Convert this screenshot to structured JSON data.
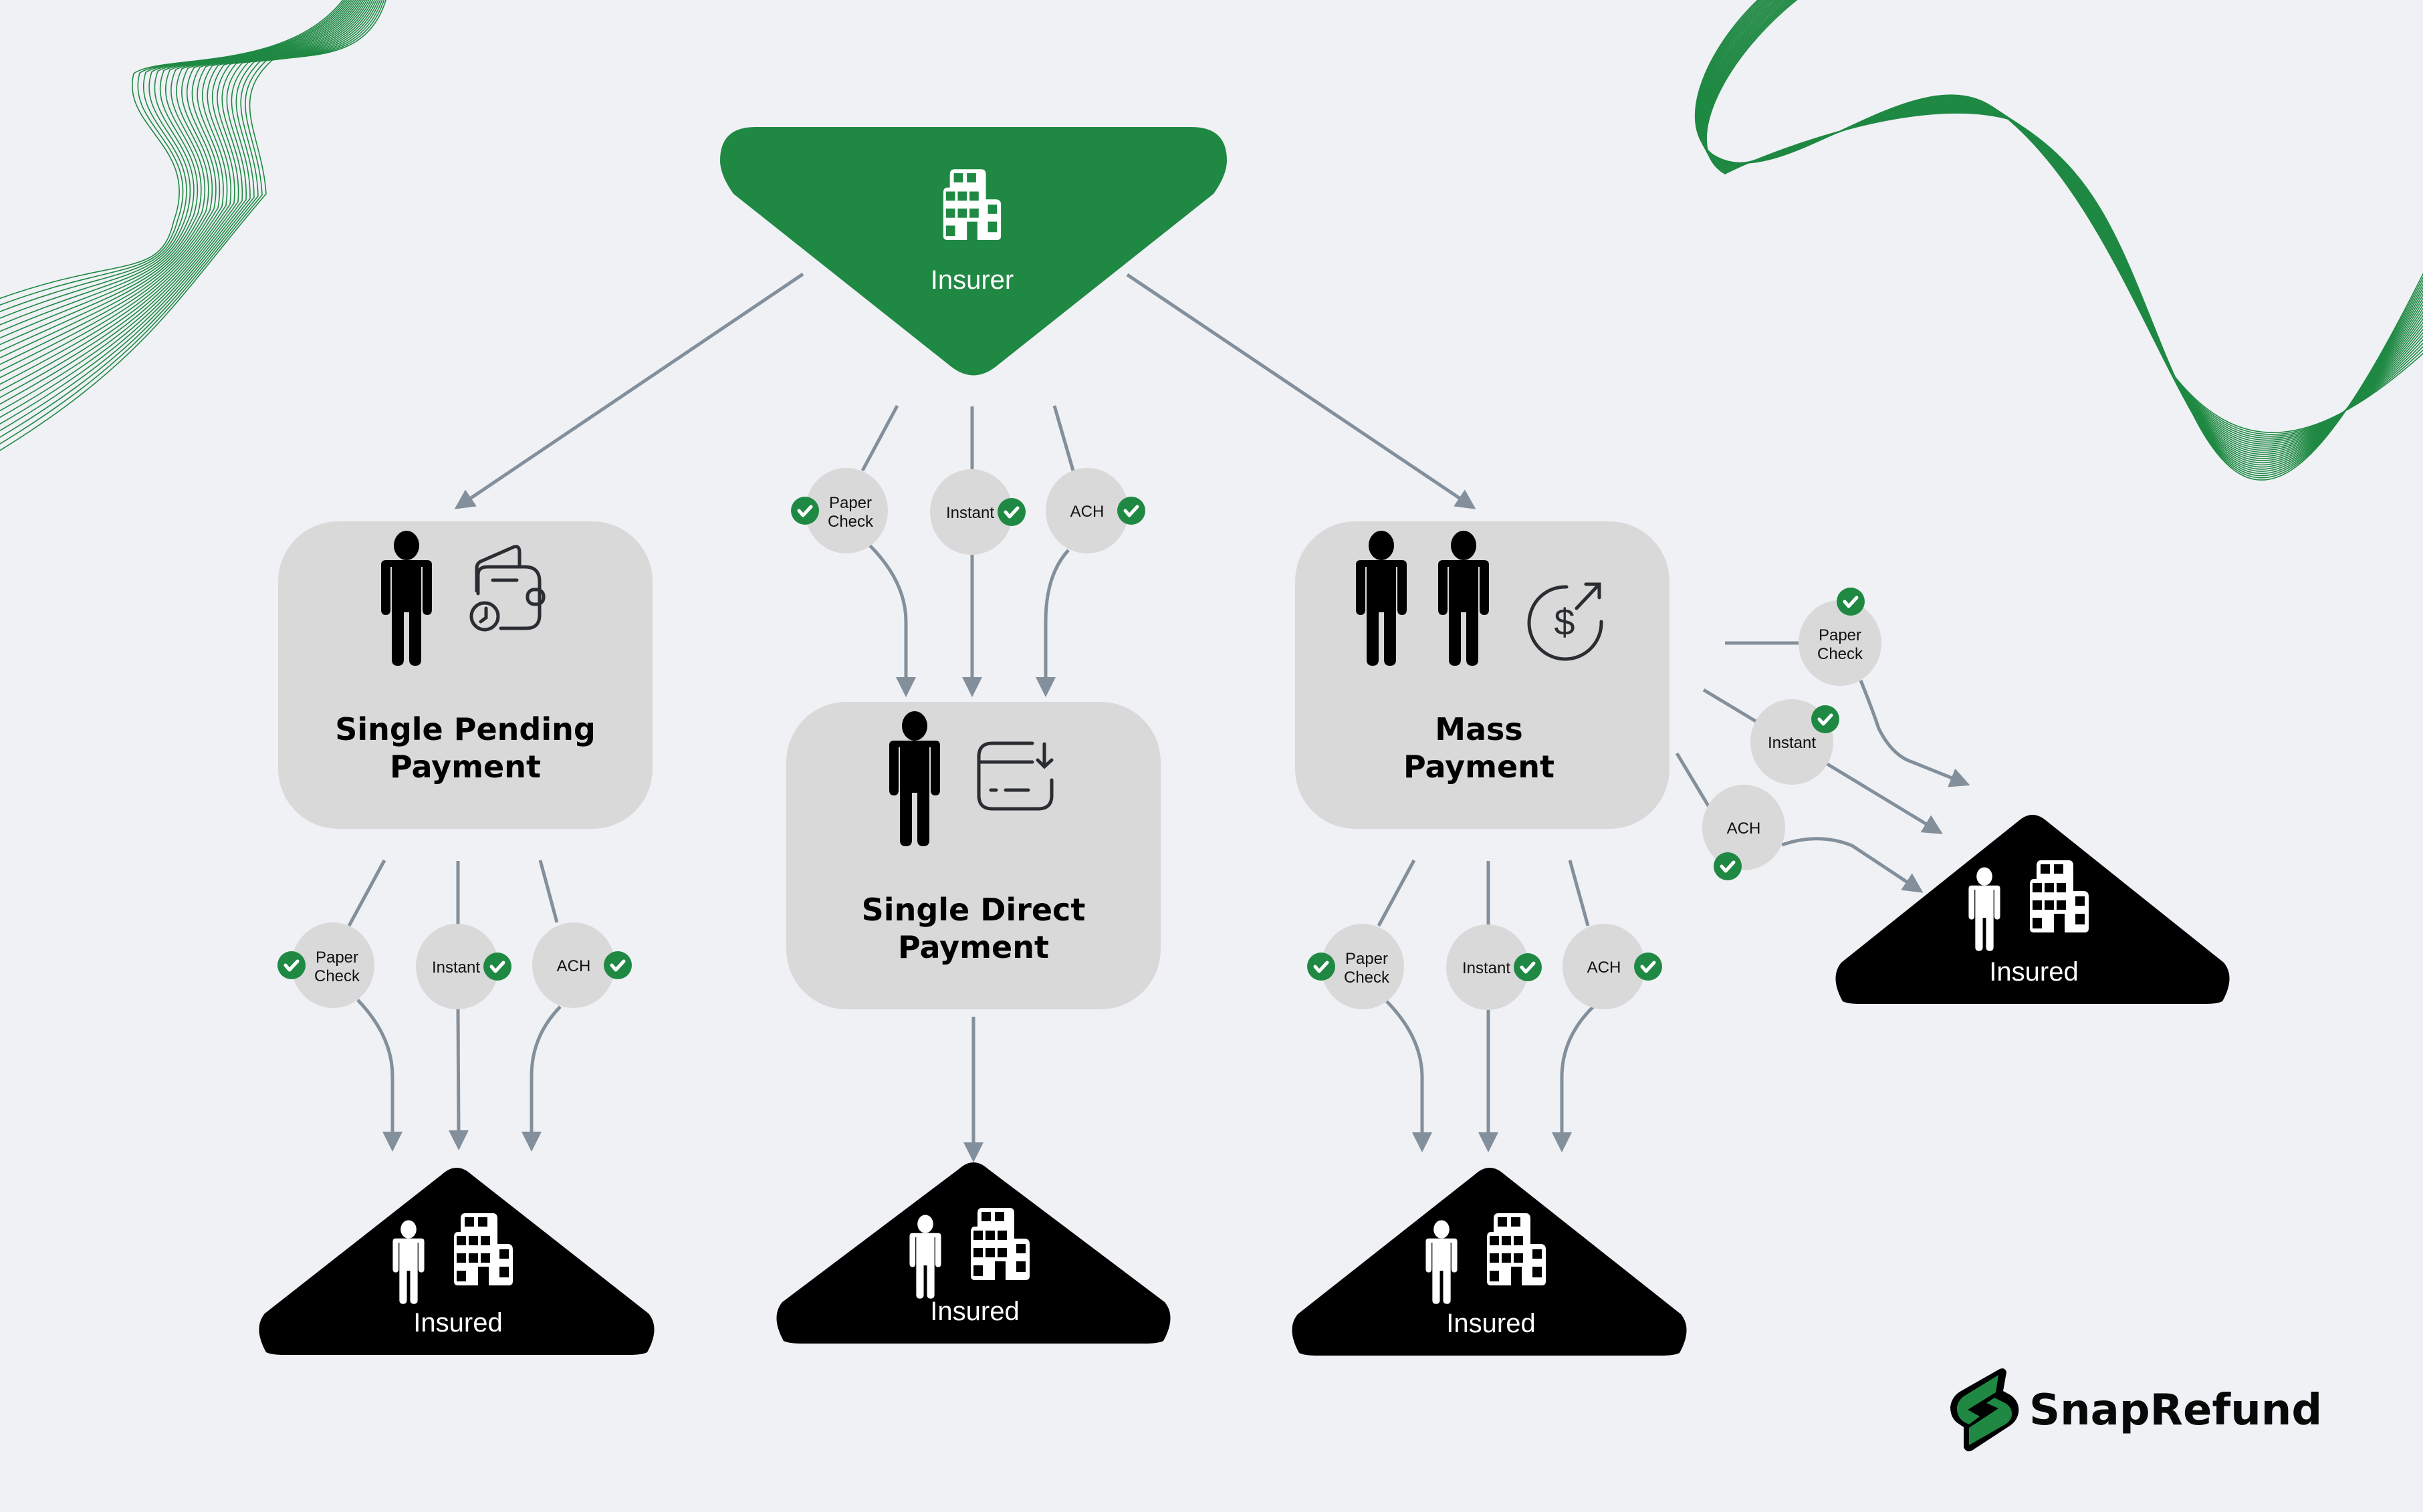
{
  "colors": {
    "background": "#eff1f5",
    "brand_green": "#1f8943",
    "box_fill": "#d9d9d9",
    "method_fill": "#d9d9d9",
    "arrow": "#838f9b",
    "insured_fill": "#000000",
    "icon_stroke": "#2a2d31",
    "wave": "#1f8943"
  },
  "insurer": {
    "label": "Insurer",
    "icon": "building-icon"
  },
  "payment_types": [
    {
      "id": "single-pending",
      "title_line1": "Single Pending",
      "title_line2": "Payment",
      "icons": [
        "person-icon",
        "wallet-clock-icon"
      ]
    },
    {
      "id": "single-direct",
      "title_line1": "Single Direct",
      "title_line2": "Payment",
      "icons": [
        "person-icon",
        "card-download-icon"
      ]
    },
    {
      "id": "mass",
      "title_line1": "Mass",
      "title_line2": "Payment",
      "icons": [
        "person-icon",
        "person-icon",
        "dollar-send-icon"
      ]
    }
  ],
  "methods": {
    "paper_check_line1": "Paper",
    "paper_check_line2": "Check",
    "instant": "Instant",
    "ach": "ACH",
    "status_icon": "check-circle-icon"
  },
  "method_groups": [
    {
      "from": "insurer",
      "to": "single-direct",
      "methods": [
        "Paper Check",
        "Instant",
        "ACH"
      ],
      "all_checked": true
    },
    {
      "from": "single-pending",
      "to": "insured",
      "methods": [
        "Paper Check",
        "Instant",
        "ACH"
      ],
      "all_checked": true
    },
    {
      "from": "mass",
      "to": "insured",
      "methods": [
        "Paper Check",
        "Instant",
        "ACH"
      ],
      "all_checked": true
    },
    {
      "from": "mass",
      "to": "insured-right",
      "methods": [
        "Paper Check",
        "Instant",
        "ACH"
      ],
      "all_checked": true
    }
  ],
  "insured": {
    "label": "Insured",
    "icons": [
      "person-icon",
      "building-icon"
    ]
  },
  "logo": {
    "name": "SnapRefund",
    "icon": "snaprefund-bolt-icon"
  }
}
